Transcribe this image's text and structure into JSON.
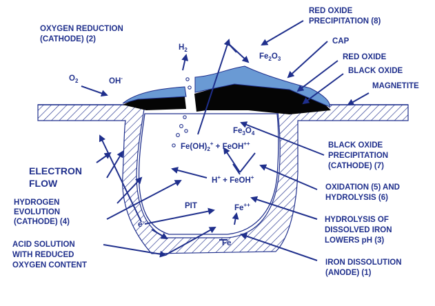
{
  "labels": {
    "oxygen_reduction": [
      "OXYGEN REDUCTION",
      "(CATHODE) (2)"
    ],
    "red_oxide_precip": [
      "RED OXIDE",
      "PRECIPITATION (8)"
    ],
    "cap": "CAP",
    "red_oxide": "RED OXIDE",
    "black_oxide": "BLACK OXIDE",
    "magnetite": "MAGNETITE",
    "electron_flow": [
      "ELECTRON",
      "FLOW"
    ],
    "hydrogen_evolution": [
      "HYDROGEN",
      "EVOLUTION",
      "(CATHODE) (4)"
    ],
    "acid_solution": [
      "ACID SOLUTION",
      "WITH REDUCED",
      "OXYGEN CONTENT"
    ],
    "black_oxide_precip": [
      "BLACK OXIDE",
      "PRECIPITATION",
      "(CATHODE) (7)"
    ],
    "oxidation_hydrolysis": [
      "OXIDATION (5) AND",
      "HYDROLYSIS (6)"
    ],
    "hydrolysis_iron": [
      "HYDROLYSIS OF",
      "DISSOLVED IRON",
      "LOWERS pH (3)"
    ],
    "iron_dissolution": [
      "IRON DISSOLUTION",
      "(ANODE) (1)"
    ],
    "pit": "PIT"
  },
  "species": {
    "h2": {
      "main": "H",
      "sub": "2"
    },
    "fe2o3": {
      "a": "Fe",
      "b": "2",
      "c": "O",
      "d": "3"
    },
    "o2": {
      "main": "O",
      "sub": "2"
    },
    "oh_minus": {
      "main": "OH",
      "sup": "-"
    },
    "fe3o4": {
      "a": "Fe",
      "b": "3",
      "c": "O",
      "d": "4"
    },
    "feoh2": {
      "a": "Fe(OH)",
      "b": "2",
      "c": "+",
      "d": " + FeOH",
      "e": "++"
    },
    "h_feoh": {
      "a": "H",
      "b": "+",
      "c": " + FeOH",
      "d": "+"
    },
    "fe_pp": {
      "main": "Fe",
      "sup": "++"
    },
    "e_minus": {
      "main": "e",
      "sup": "-"
    },
    "fe": "Fe"
  },
  "colors": {
    "text": "#1f2f8c",
    "metal_hatch": "#1f2f8c",
    "red_oxide_cap": "#6a9ad4",
    "black_oxide": "#050505"
  }
}
